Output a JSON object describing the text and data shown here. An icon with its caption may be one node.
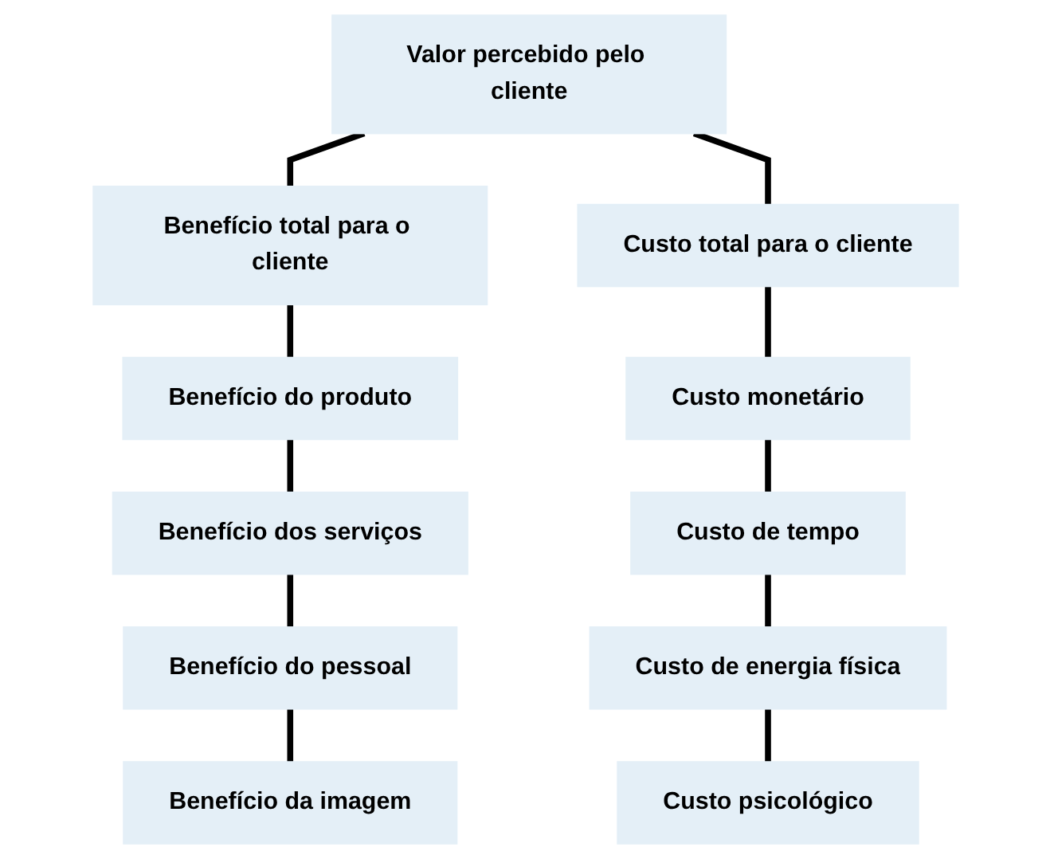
{
  "diagram": {
    "nodes": [
      {
        "text": [
          "Valor percebido pelo cliente"
        ]
      },
      {
        "text": [
          "Benefício total para o cliente"
        ]
      },
      {
        "text": [
          "Custo total para o cliente"
        ]
      },
      {
        "text": [
          "Benefício do produto"
        ]
      },
      {
        "text": [
          "Custo monetário"
        ]
      },
      {
        "text": [
          "Benefício dos serviços"
        ]
      },
      {
        "text": [
          "Custo de tempo"
        ]
      },
      {
        "text": [
          "Benefício do pessoal"
        ]
      },
      {
        "text": [
          "Custo de energia física"
        ]
      },
      {
        "text": [
          "Benefício da imagem"
        ]
      },
      {
        "text": [
          "Custo psicológico"
        ]
      }
    ],
    "edges": [
      {
        "from": 0,
        "to": 1,
        "arrow": "none"
      },
      {
        "from": 0,
        "to": 2,
        "arrow": "none"
      },
      {
        "from": 1,
        "to": 3,
        "arrow": "none"
      },
      {
        "from": 3,
        "to": 5,
        "arrow": "none"
      },
      {
        "from": 5,
        "to": 7,
        "arrow": "none"
      },
      {
        "from": 7,
        "to": 9,
        "arrow": "none"
      },
      {
        "from": 2,
        "to": 4,
        "arrow": "none"
      },
      {
        "from": 4,
        "to": 6,
        "arrow": "none"
      },
      {
        "from": 6,
        "to": 8,
        "arrow": "none"
      },
      {
        "from": 8,
        "to": 10,
        "arrow": "none"
      }
    ]
  }
}
